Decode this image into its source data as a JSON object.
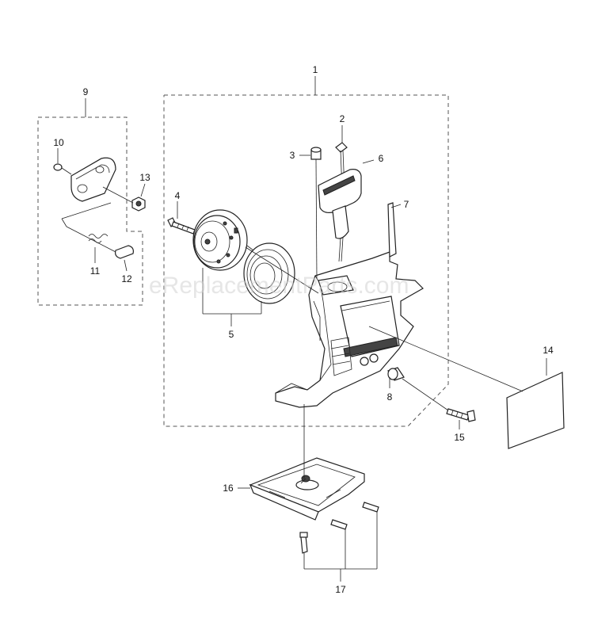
{
  "watermark": "eReplacementParts.com",
  "callouts": [
    "1",
    "2",
    "3",
    "4",
    "5",
    "6",
    "7",
    "8",
    "9",
    "10",
    "11",
    "12",
    "13",
    "14",
    "15",
    "16",
    "17"
  ],
  "colors": {
    "line": "#222222",
    "dash": "#555555",
    "background": "#ffffff",
    "watermark": "#d2d2d2"
  }
}
